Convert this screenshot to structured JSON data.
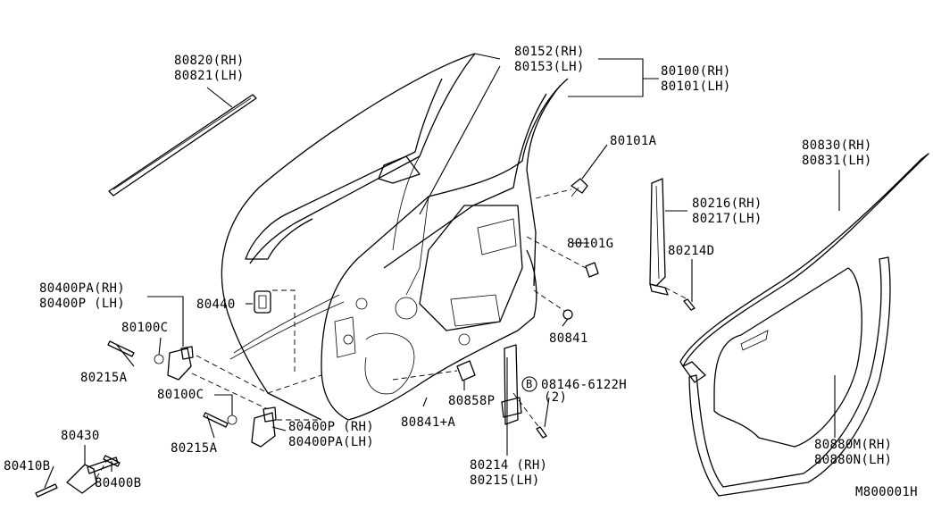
{
  "diagram_code": "M800001H",
  "labels": {
    "l80820": "80820(RH)",
    "l80821": "80821(LH)",
    "l80152": "80152(RH)",
    "l80153": "80153(LH)",
    "l80100": "80100(RH)",
    "l80101": "80101(LH)",
    "l80101A": "80101A",
    "l80830": "80830(RH)",
    "l80831": "80831(LH)",
    "l80216": "80216(RH)",
    "l80217": "80217(LH)",
    "l80101G": "80101G",
    "l80214D": "80214D",
    "l80400PA_rh": "80400PA(RH)",
    "l80400P_lh": "80400P (LH)",
    "l80440": "80440",
    "l80100C_top": "80100C",
    "l80215A_top": "80215A",
    "l80841": "80841",
    "l08146_num": "08146-6122H",
    "l08146_qty": "(2)",
    "l80100C_bot": "80100C",
    "l80858P": "80858P",
    "l80841A": "80841+A",
    "l80400P_rh": "80400P (RH)",
    "l80400PA_lh": "80400PA(LH)",
    "l80215A_bot": "80215A",
    "l80430": "80430",
    "l80410B": "80410B",
    "l80400B": "80400B",
    "l80214": "80214 (RH)",
    "l80215": "80215(LH)",
    "l80880M": "80880M(RH)",
    "l80880N": "80880N(LH)",
    "bolt_symbol": "B"
  }
}
